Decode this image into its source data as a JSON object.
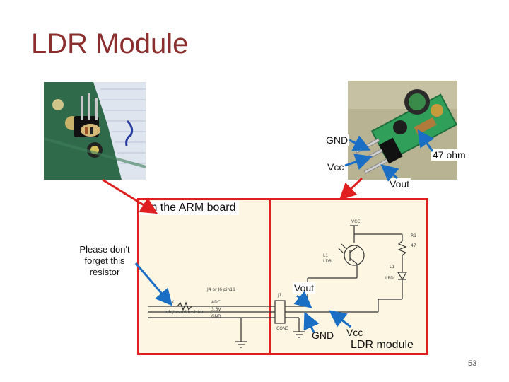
{
  "slide": {
    "title": "LDR Module",
    "page_number": "53"
  },
  "photo_labels": {
    "gnd": "GND",
    "vcc": "Vcc",
    "vout": "Vout",
    "resistor": "47 ohm"
  },
  "panel": {
    "board_label": "On the ARM board",
    "module_label": "LDR module",
    "vout": "Vout",
    "gnd": "GND",
    "vcc": "Vcc"
  },
  "note": "Please don't forget this resistor",
  "colors": {
    "title": "#8b2e2e",
    "frame": "#e02020",
    "arrow_red": "#e02020",
    "arrow_blue": "#1a6fc4",
    "panel_bg": "#fdf6e3"
  }
}
